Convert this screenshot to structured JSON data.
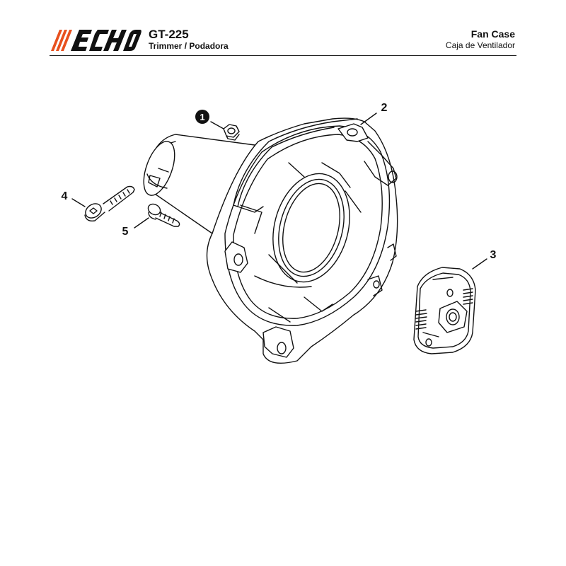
{
  "header": {
    "brand": "ECHO",
    "brand_color": "#e8501e",
    "model": "GT-225",
    "subtitle": "Trimmer / Podadora",
    "section_title": "Fan Case",
    "section_subtitle": "Caja de Ventilador"
  },
  "callouts": [
    {
      "id": "1",
      "label": "1",
      "style": "circled"
    },
    {
      "id": "2",
      "label": "2",
      "style": "plain"
    },
    {
      "id": "3",
      "label": "3",
      "style": "plain"
    },
    {
      "id": "4",
      "label": "4",
      "style": "plain"
    },
    {
      "id": "5",
      "label": "5",
      "style": "plain"
    }
  ],
  "parts": [
    {
      "callout": "1",
      "name": "nut"
    },
    {
      "callout": "2",
      "name": "fan-case"
    },
    {
      "callout": "3",
      "name": "clutch-assembly"
    },
    {
      "callout": "4",
      "name": "bolt"
    },
    {
      "callout": "5",
      "name": "bolt"
    }
  ]
}
